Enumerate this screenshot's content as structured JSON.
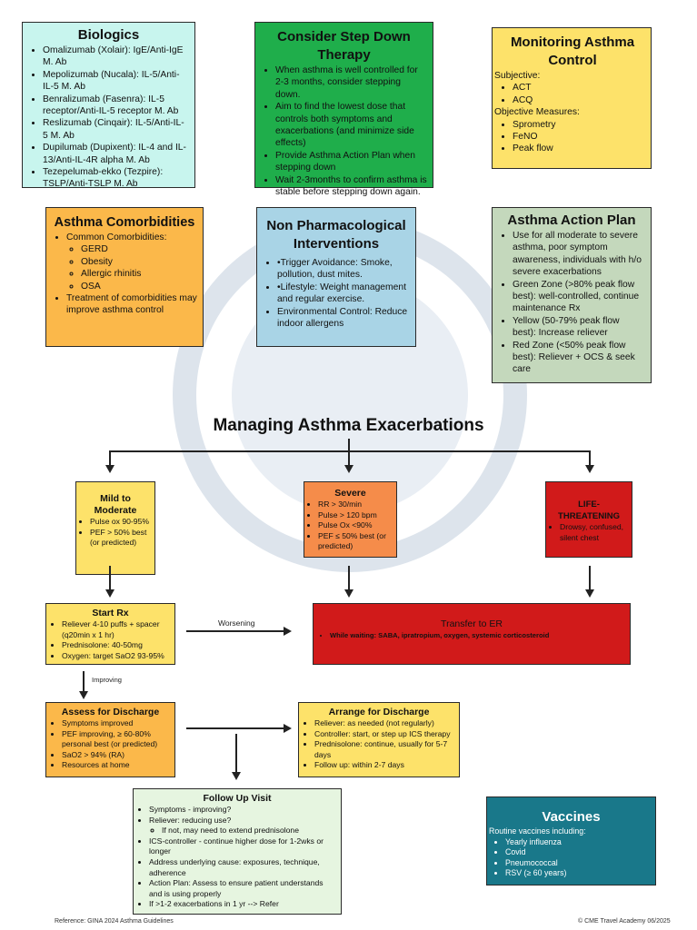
{
  "biologics": {
    "title": "Biologics",
    "items": [
      "Omalizumab (Xolair): IgE/Anti-IgE M. Ab",
      "Mepolizumab (Nucala): IL-5/Anti-IL-5 M. Ab",
      "Benralizumab (Fasenra):  IL-5 receptor/Anti-IL-5 receptor M. Ab",
      "Reslizumab (Cinqair): IL-5/Anti-IL-5 M. Ab",
      "Dupilumab (Dupixent): IL-4 and IL-13/Anti-IL-4R alpha M. Ab",
      "Tezepelumab-ekko (Tezpire): TSLP/Anti-TSLP M. Ab"
    ],
    "color": "#c8f5ee"
  },
  "step_down": {
    "title": "Consider Step Down Therapy",
    "items": [
      "When asthma is well controlled for 2-3 months, consider stepping down.",
      "Aim to find the lowest dose that controls both symptoms and exacerbations (and minimize side effects)",
      "Provide Asthma Action Plan when stepping down",
      "Wait 2-3months to confirm asthma is stable before stepping down again."
    ],
    "color": "#1fae4b"
  },
  "monitoring": {
    "title": "Monitoring Asthma Control",
    "subjective_label": "Subjective:",
    "subjective": [
      "ACT",
      "ACQ"
    ],
    "objective_label": "Objective Measures:",
    "objective": [
      "Sprometry",
      "FeNO",
      "Peak flow"
    ],
    "color": "#fde26a"
  },
  "comorbidities": {
    "title": "Asthma Comorbidities",
    "lead": "Common Comorbidities:",
    "sub": [
      "GERD",
      "Obesity",
      "Allergic rhinitis",
      "OSA"
    ],
    "tail": "Treatment of comorbidities may improve asthma control",
    "color": "#fbb84a"
  },
  "non_pharm": {
    "title": "Non Pharmacological Interventions",
    "items": [
      "•Trigger Avoidance: Smoke, pollution, dust mites.",
      "•Lifestyle: Weight management and regular exercise.",
      "Environmental Control: Reduce indoor allergens"
    ],
    "color": "#a9d4e6"
  },
  "action_plan": {
    "title": "Asthma Action Plan",
    "items": [
      "Use for all moderate to severe asthma, poor symptom awareness, individuals with h/o severe exacerbations",
      "Green Zone (>80% peak flow best): well-controlled, continue maintenance Rx",
      "Yellow (50-79% peak flow best):  Increase reliever",
      "Red Zone (<50% peak flow best):  Reliever + OCS & seek care"
    ],
    "color": "#c4d8bc"
  },
  "main_title": "Managing Asthma Exacerbations",
  "mild": {
    "title": "Mild to Moderate",
    "items": [
      "Pulse ox 90-95%",
      "PEF > 50% best (or predicted)"
    ],
    "color": "#fde26a"
  },
  "severe": {
    "title": "Severe",
    "items": [
      "RR > 30/min",
      "Pulse > 120 bpm",
      "Pulse Ox <90%",
      "PEF ≤ 50% best (or predicted)"
    ],
    "color": "#f58c4a"
  },
  "life": {
    "title": "LIFE-THREATENING",
    "items": [
      "Drowsy, confused, silent chest"
    ],
    "color": "#d11a1a"
  },
  "start_rx": {
    "title": "Start Rx",
    "items": [
      "Reliever 4-10 puffs + spacer (q20min x 1 hr)",
      "Prednisolone: 40-50mg",
      "Oxygen: target SaO2 93-95%"
    ],
    "color": "#fde26a"
  },
  "transfer": {
    "title": "Transfer to ER",
    "items": [
      "While waiting: SABA, ipratropium, oxygen, systemic corticosteroid"
    ],
    "color": "#d11a1a"
  },
  "labels": {
    "worsening": "Worsening",
    "improving": "Improving"
  },
  "assess": {
    "title": "Assess for Discharge",
    "items": [
      "Symptoms improved",
      "PEF improving, ≥ 60-80% personal best (or predicted)",
      "SaO2 > 94% (RA)",
      "Resources at home"
    ],
    "color": "#fbb84a"
  },
  "arrange": {
    "title": "Arrange for Discharge",
    "items": [
      "Reliever: as needed (not regularly)",
      "Controller: start, or step up ICS therapy",
      "Prednisolone: continue, usually for 5-7 days",
      "Follow up: within 2-7 days"
    ],
    "color": "#fde26a"
  },
  "followup": {
    "title": "Follow Up Visit",
    "items": [
      "Symptoms - improving?",
      "Reliever: reducing use?",
      "ICS-controller - continue higher dose for 1-2wks or longer",
      "Address underlying cause: exposures, technique, adherence",
      "Action Plan: Assess to ensure patient understands and is using properly",
      "If >1-2 exacerbations in 1 yr --> Refer"
    ],
    "sub_item": "If not, may need to extend prednisolone",
    "color": "#e6f5e0"
  },
  "vaccines": {
    "title": "Vaccines",
    "lead": "Routine vaccines including:",
    "items": [
      "Yearly influenza",
      "Covid",
      "Pneumococcal",
      "RSV (≥ 60 years)"
    ],
    "color": "#19788a"
  },
  "footer": {
    "reference": "Reference: GINA 2024 Asthma Guidelines",
    "copyright": "© CME Travel Academy 06/2025"
  }
}
